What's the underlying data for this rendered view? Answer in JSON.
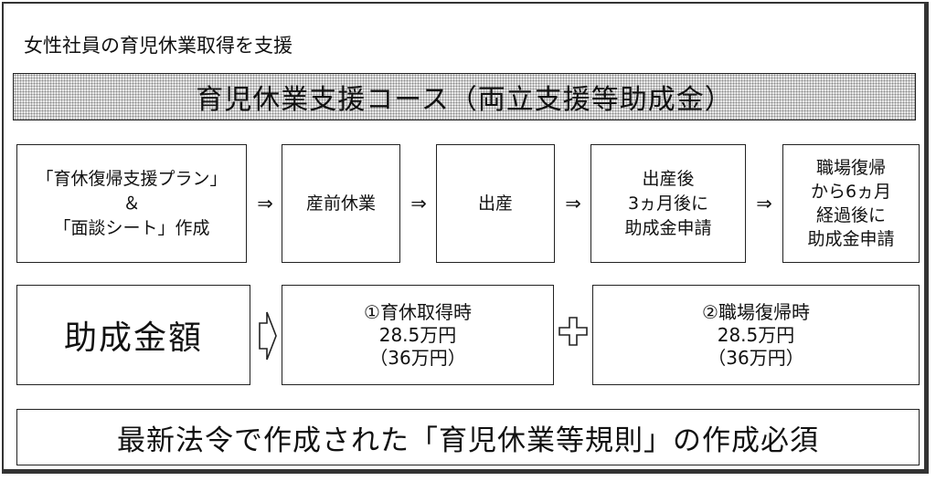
{
  "heading": "女性社員の育児休業取得を支援",
  "banner": "育児休業支援コース（両立支援等助成金）",
  "steps": [
    {
      "lines": [
        "「育休復帰支援プラン」",
        "＆",
        "「面談シート」作成"
      ]
    },
    {
      "lines": [
        "産前休業"
      ]
    },
    {
      "lines": [
        "出産"
      ]
    },
    {
      "lines": [
        "出産後",
        "3ヵ月後に",
        "助成金申請"
      ]
    },
    {
      "lines": [
        "職場復帰",
        "から6ヵ月",
        "経過後に",
        "助成金申請"
      ]
    }
  ],
  "step_arrow": "⇒",
  "amount": {
    "label": "助成金額",
    "first": {
      "title": "①育休取得時",
      "value": "28.5万円",
      "note": "（36万円）"
    },
    "second": {
      "title": "②職場復帰時",
      "value": "28.5万円",
      "note": "（36万円）"
    }
  },
  "footer": "最新法令で作成された「育児休業等規則」の作成必須"
}
